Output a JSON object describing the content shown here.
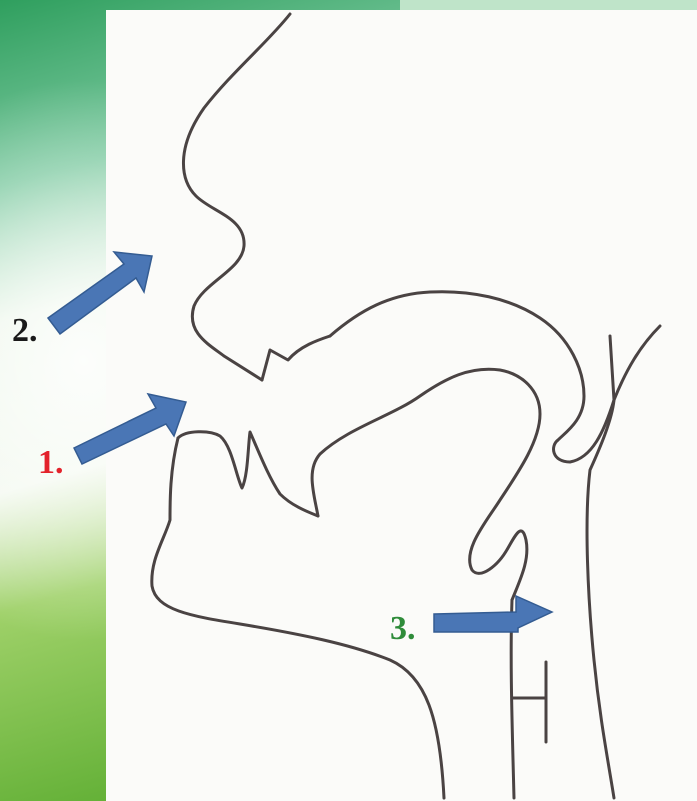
{
  "colors": {
    "outline": "#4a4343",
    "arrow_fill": "#4a76b5",
    "arrow_stroke": "#345c92",
    "sheet": "#fbfbf9",
    "background_top": "#2f9f5e",
    "background_mid": "#cfe9c8",
    "background_bottom": "#6bb73a"
  },
  "labels": [
    {
      "id": "label-1",
      "text": "1.",
      "color": "#e3222b"
    },
    {
      "id": "label-2",
      "text": "2.",
      "color": "#1a1a1a"
    },
    {
      "id": "label-3",
      "text": "3.",
      "color": "#2f8c3a"
    }
  ],
  "arrows": [
    {
      "id": "arrow-1",
      "points_to": "mouth-opening"
    },
    {
      "id": "arrow-2",
      "points_to": "nasal-opening"
    },
    {
      "id": "arrow-3",
      "points_to": "throat"
    }
  ]
}
